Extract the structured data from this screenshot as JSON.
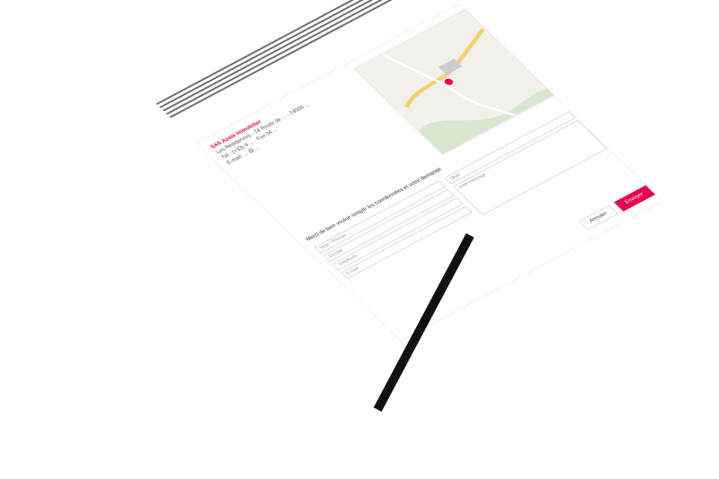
{
  "brand": "SAS Aoste Immobilier",
  "contact": {
    "address": "Les Résidences - 74 Route de ... - 74500 ...",
    "phone_fax": "Tél.: (+33) 4 ... · Fax 04 ...",
    "email": "E-mail: ... @ ..."
  },
  "form": {
    "intro": "Merci de bien vouloir remplir les coordonnées et votre demande",
    "title": "Formulaire / Contact",
    "placeholders": {
      "name": "Nom / Prénom",
      "company": "Société",
      "phone": "Téléphone",
      "email": "E-mail",
      "subject": "Objet",
      "message": "Votre message"
    },
    "buttons": {
      "cancel": "Annuler",
      "send": "Envoyer"
    }
  },
  "colors": {
    "accent": "#e4004f",
    "map_land": "#f2f0eb",
    "map_green": "#d8e6d0",
    "road_yellow": "#f3d06a"
  }
}
